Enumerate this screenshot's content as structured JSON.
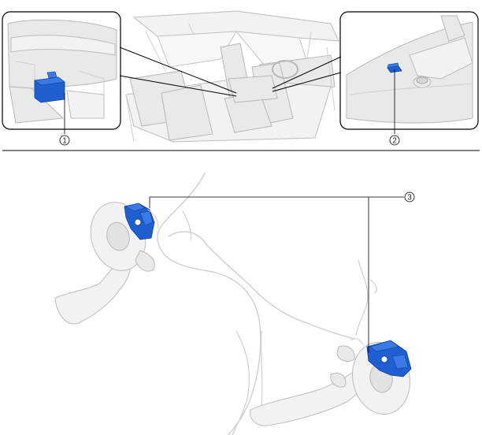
{
  "callouts": {
    "c1": "1",
    "c2": "2",
    "c3": "3"
  },
  "colors": {
    "highlight": "#1f5fd0",
    "outline": "#000000",
    "part_gray": "#e9e9e9",
    "line_gray": "#cfcfcf"
  },
  "icons": {
    "inset_left": "epb-unit-under-console",
    "inset_right": "epb-switch",
    "center": "vehicle-interior-cutaway",
    "bottom": "rear-brake-calipers"
  }
}
